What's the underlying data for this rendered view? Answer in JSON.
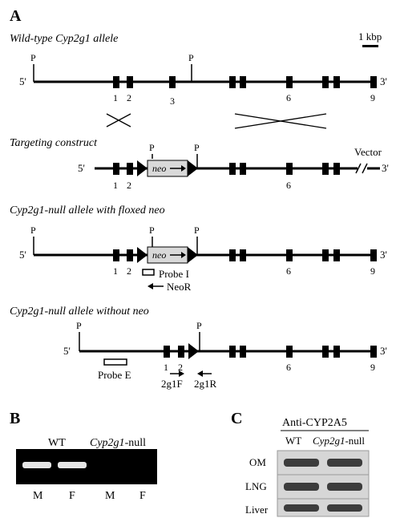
{
  "panels": {
    "A": "A",
    "B": "B",
    "C": "C"
  },
  "panel_a": {
    "scale_bar": "1 kbp",
    "rows": [
      {
        "title": "Wild-type Cyp2g1 allele",
        "p_labels": [
          "P",
          "P"
        ],
        "five": "5'",
        "three": "3'",
        "exon_numbers": [
          "1",
          "2",
          "3",
          "6",
          "9"
        ]
      },
      {
        "title": "Targeting construct",
        "p_labels": [
          "P",
          "P"
        ],
        "five": "5'",
        "three": "3'",
        "neo": "neo",
        "vector": "Vector",
        "exon_numbers": [
          "1",
          "2",
          "6"
        ]
      },
      {
        "title": "Cyp2g1-null allele with floxed neo",
        "p_labels": [
          "P",
          "P",
          "P"
        ],
        "five": "5'",
        "three": "3'",
        "neo": "neo",
        "exon_numbers": [
          "1",
          "2",
          "6",
          "9"
        ],
        "probe": "Probe I",
        "primer": "NeoR"
      },
      {
        "title": "Cyp2g1-null allele without neo",
        "p_labels": [
          "P",
          "P"
        ],
        "five": "5'",
        "three": "3'",
        "exon_numbers": [
          "1",
          "2",
          "6",
          "9"
        ],
        "probe": "Probe E",
        "primers": [
          "2g1F",
          "2g1R"
        ]
      }
    ]
  },
  "panel_b": {
    "wt": "WT",
    "null_gene": "Cyp2g1",
    "null_suffix": "-null",
    "lanes": [
      "M",
      "F",
      "M",
      "F"
    ]
  },
  "panel_c": {
    "antibody": "Anti-CYP2A5",
    "wt": "WT",
    "null_gene": "Cyp2g1",
    "null_suffix": "-null",
    "tissues": [
      "OM",
      "LNG",
      "Liver"
    ]
  }
}
